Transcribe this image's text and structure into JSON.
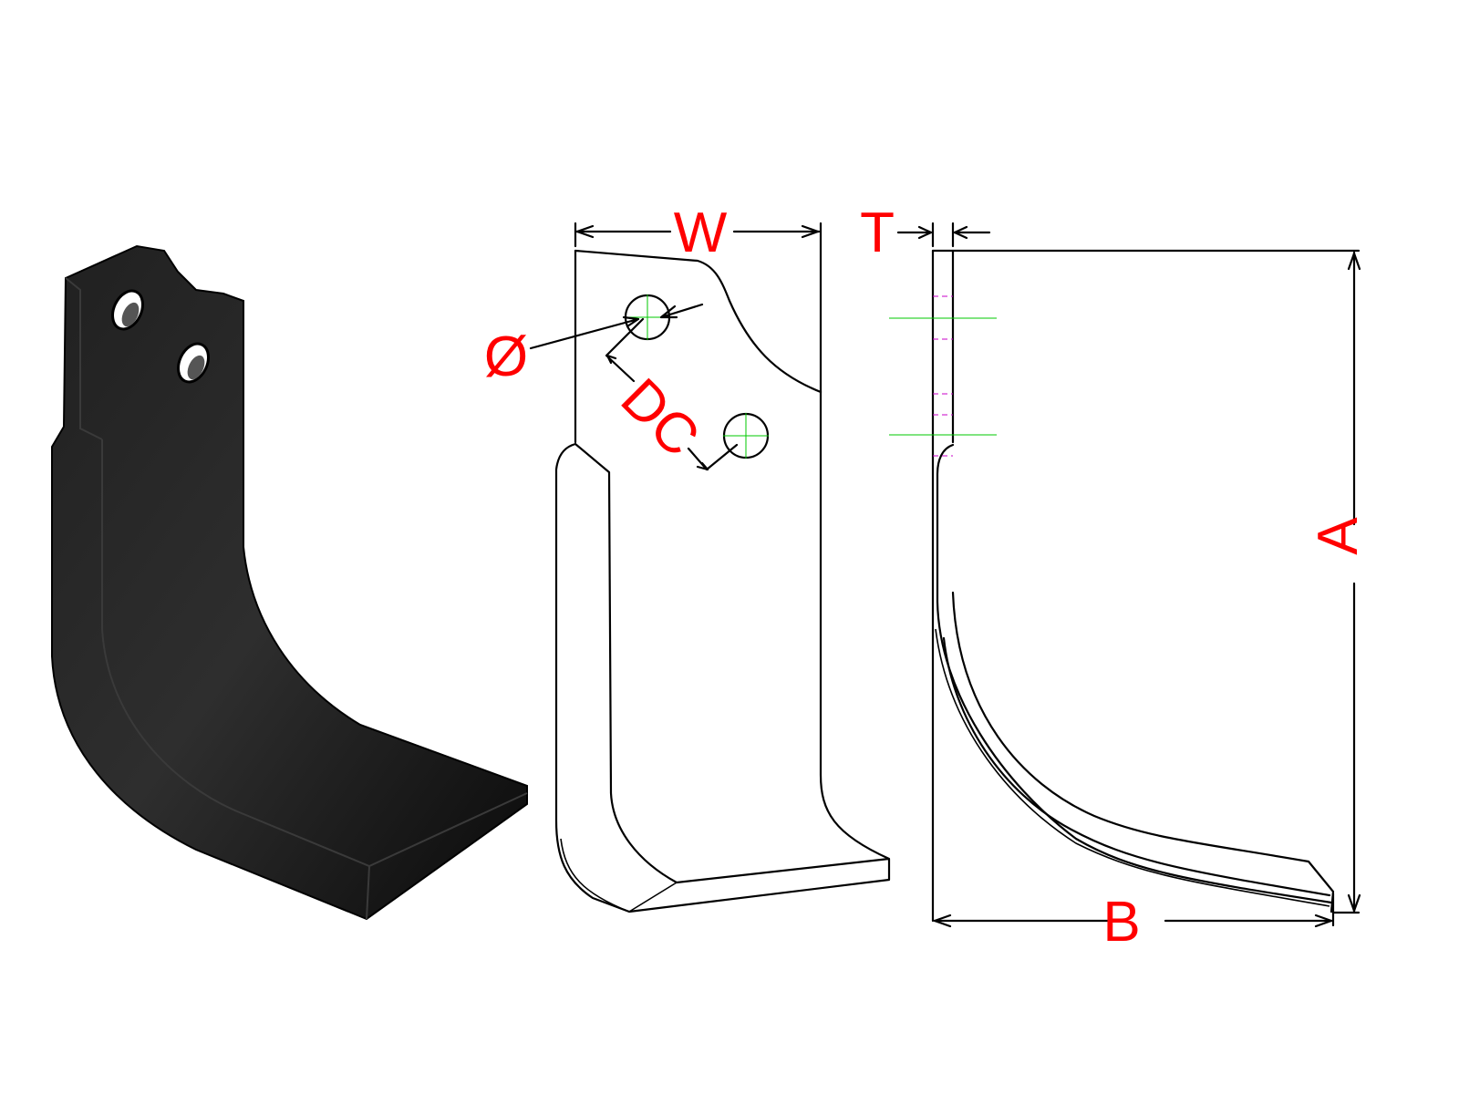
{
  "colors": {
    "label": "#ff0000",
    "centerline": "#00c800",
    "hidden_line": "#c800c8",
    "blade": "#111111"
  },
  "labels": {
    "width": "W",
    "thickness": "T",
    "hole_diameter": "Ø",
    "hole_distance": "DC",
    "height": "A",
    "reach": "B"
  }
}
